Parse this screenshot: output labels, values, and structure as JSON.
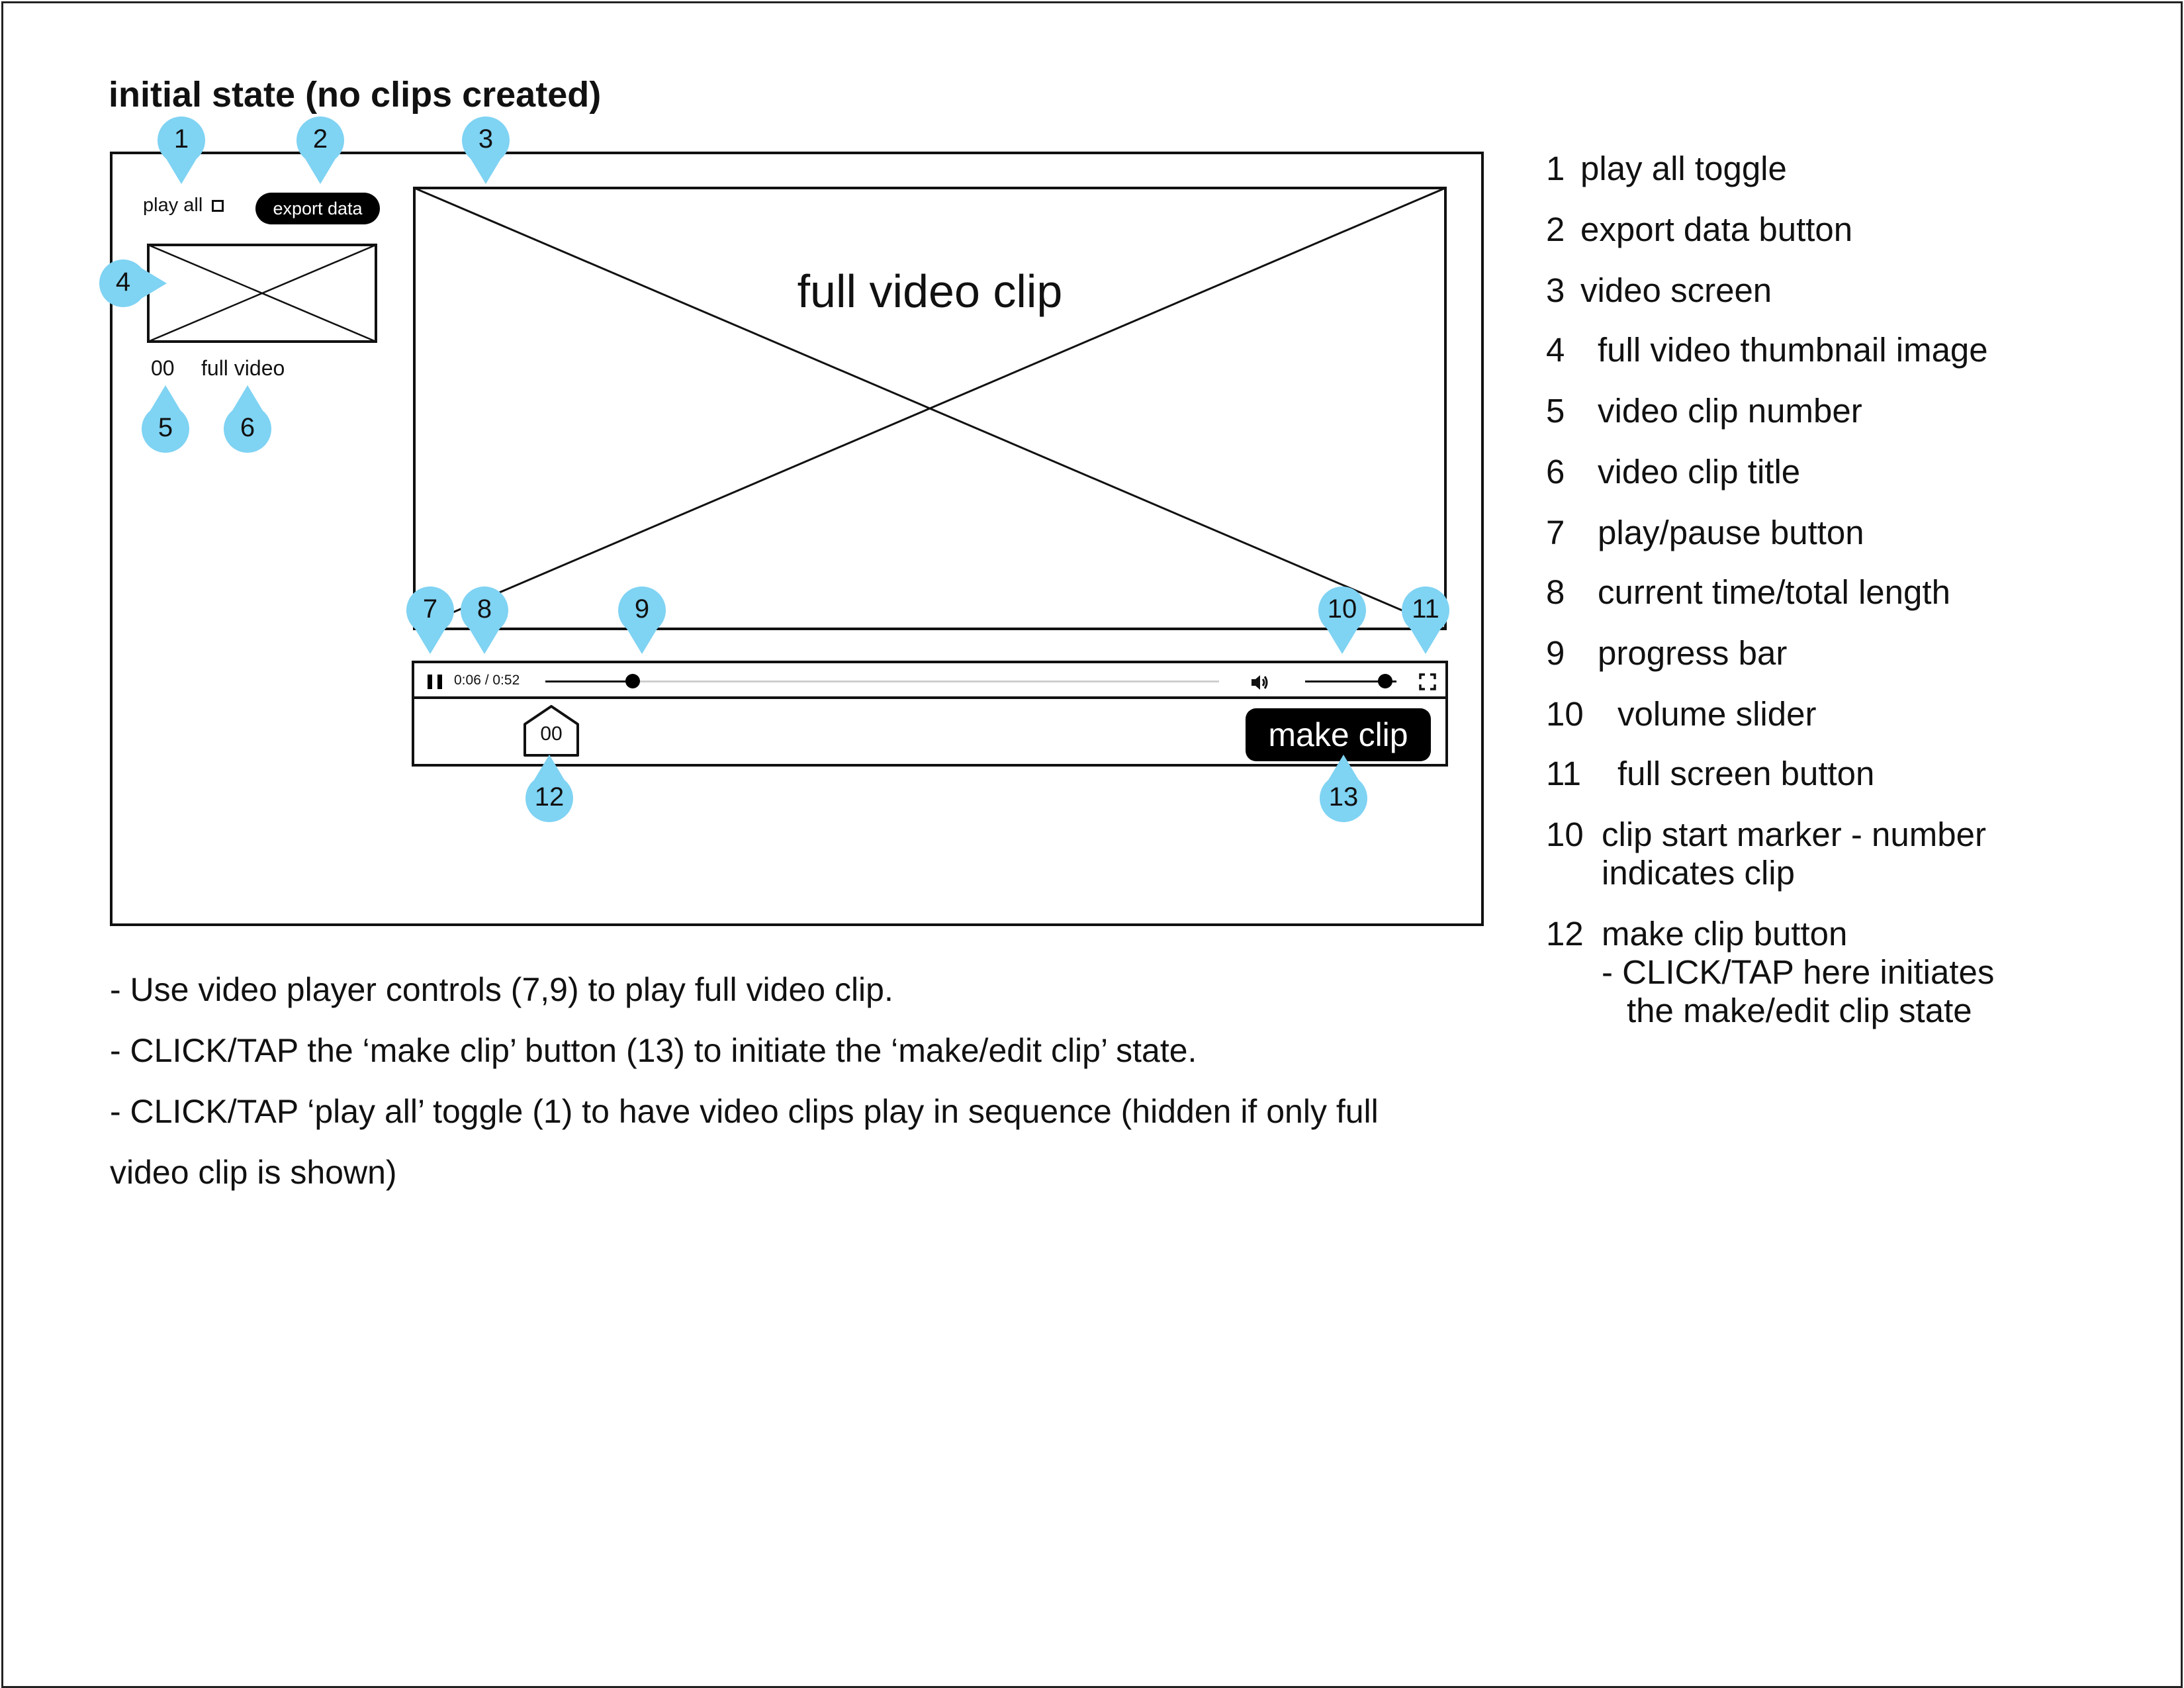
{
  "heading": "initial state (no clips created)",
  "sidebar": {
    "play_all_label": "play all",
    "export_label": "export data",
    "thumb_number": "00",
    "thumb_title": "full video"
  },
  "screen": {
    "title": "full video clip"
  },
  "controls": {
    "time": "0:06 / 0:52",
    "progress_fraction": 0.13,
    "volume_fraction": 0.88,
    "marker_number": "00",
    "make_clip_label": "make clip",
    "icons": [
      "pause-icon",
      "volume-icon",
      "fullscreen-icon"
    ]
  },
  "callouts": [
    "1",
    "2",
    "3",
    "4",
    "5",
    "6",
    "7",
    "8",
    "9",
    "10",
    "11",
    "12",
    "13"
  ],
  "legend": [
    {
      "num": "1",
      "text": "play all toggle"
    },
    {
      "num": "2",
      "text": "export data button"
    },
    {
      "num": "3",
      "text": "video screen"
    },
    {
      "num": "4",
      "text": "full video thumbnail image"
    },
    {
      "num": "5",
      "text": "video clip number"
    },
    {
      "num": "6",
      "text": "video clip title"
    },
    {
      "num": "7",
      "text": "play/pause button"
    },
    {
      "num": "8",
      "text": "current time/total length"
    },
    {
      "num": "9",
      "text": "progress bar"
    },
    {
      "num": "10",
      "text": "volume slider"
    },
    {
      "num": "11",
      "text": "full screen button"
    },
    {
      "num": "10",
      "text": "clip start marker - number",
      "text2": "indicates clip"
    },
    {
      "num": "12",
      "text": "make clip button",
      "text2": "- CLICK/TAP here initiates",
      "text3": "the make/edit clip state"
    }
  ],
  "notes": [
    "- Use video player controls (7,9) to play full video clip.",
    "- CLICK/TAP the ‘make clip’ button (13) to initiate the ‘make/edit clip’ state.",
    " - CLICK/TAP ‘play all’ toggle (1) to have video clips play in sequence (hidden if only full",
    "video clip is shown)"
  ],
  "colors": {
    "callout": "#7fd3f3",
    "ink": "#111111"
  }
}
